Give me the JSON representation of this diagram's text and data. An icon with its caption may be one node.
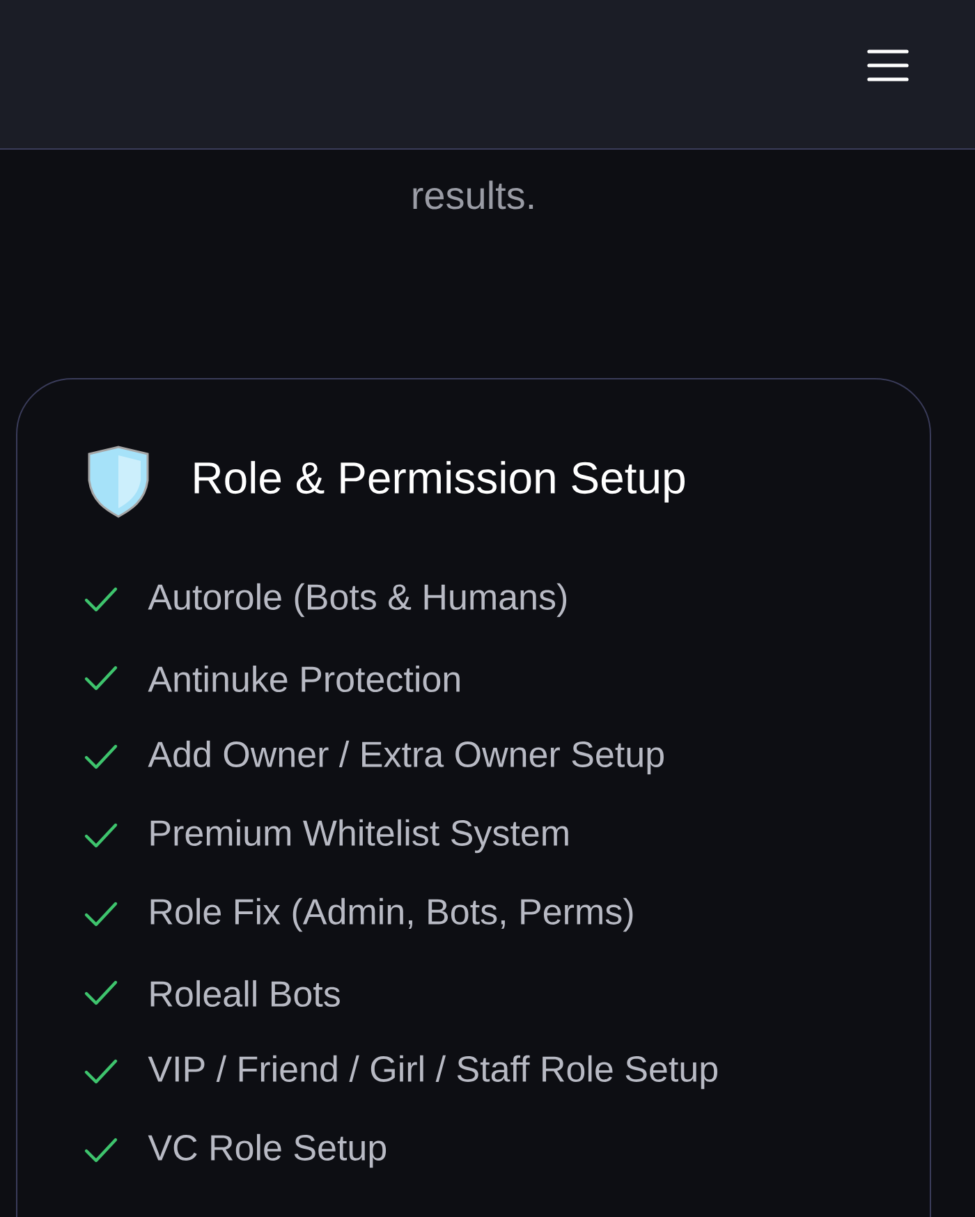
{
  "diagram": {
    "nodes": [
      {
        "text": [
          "Role & Permission Setup",
          "Autorole (Bots & Humans)",
          "Antinuke Protection",
          "Add Owner / Extra Owner Setup",
          "Premium Whitelist System",
          "Role Fix (Admin, Bots, Perms)",
          "Roleall Bots",
          "VIP / Friend / Girl / Staff Role Setup",
          "VC Role Setup"
        ]
      }
    ],
    "labels": [
      "results."
    ]
  }
}
